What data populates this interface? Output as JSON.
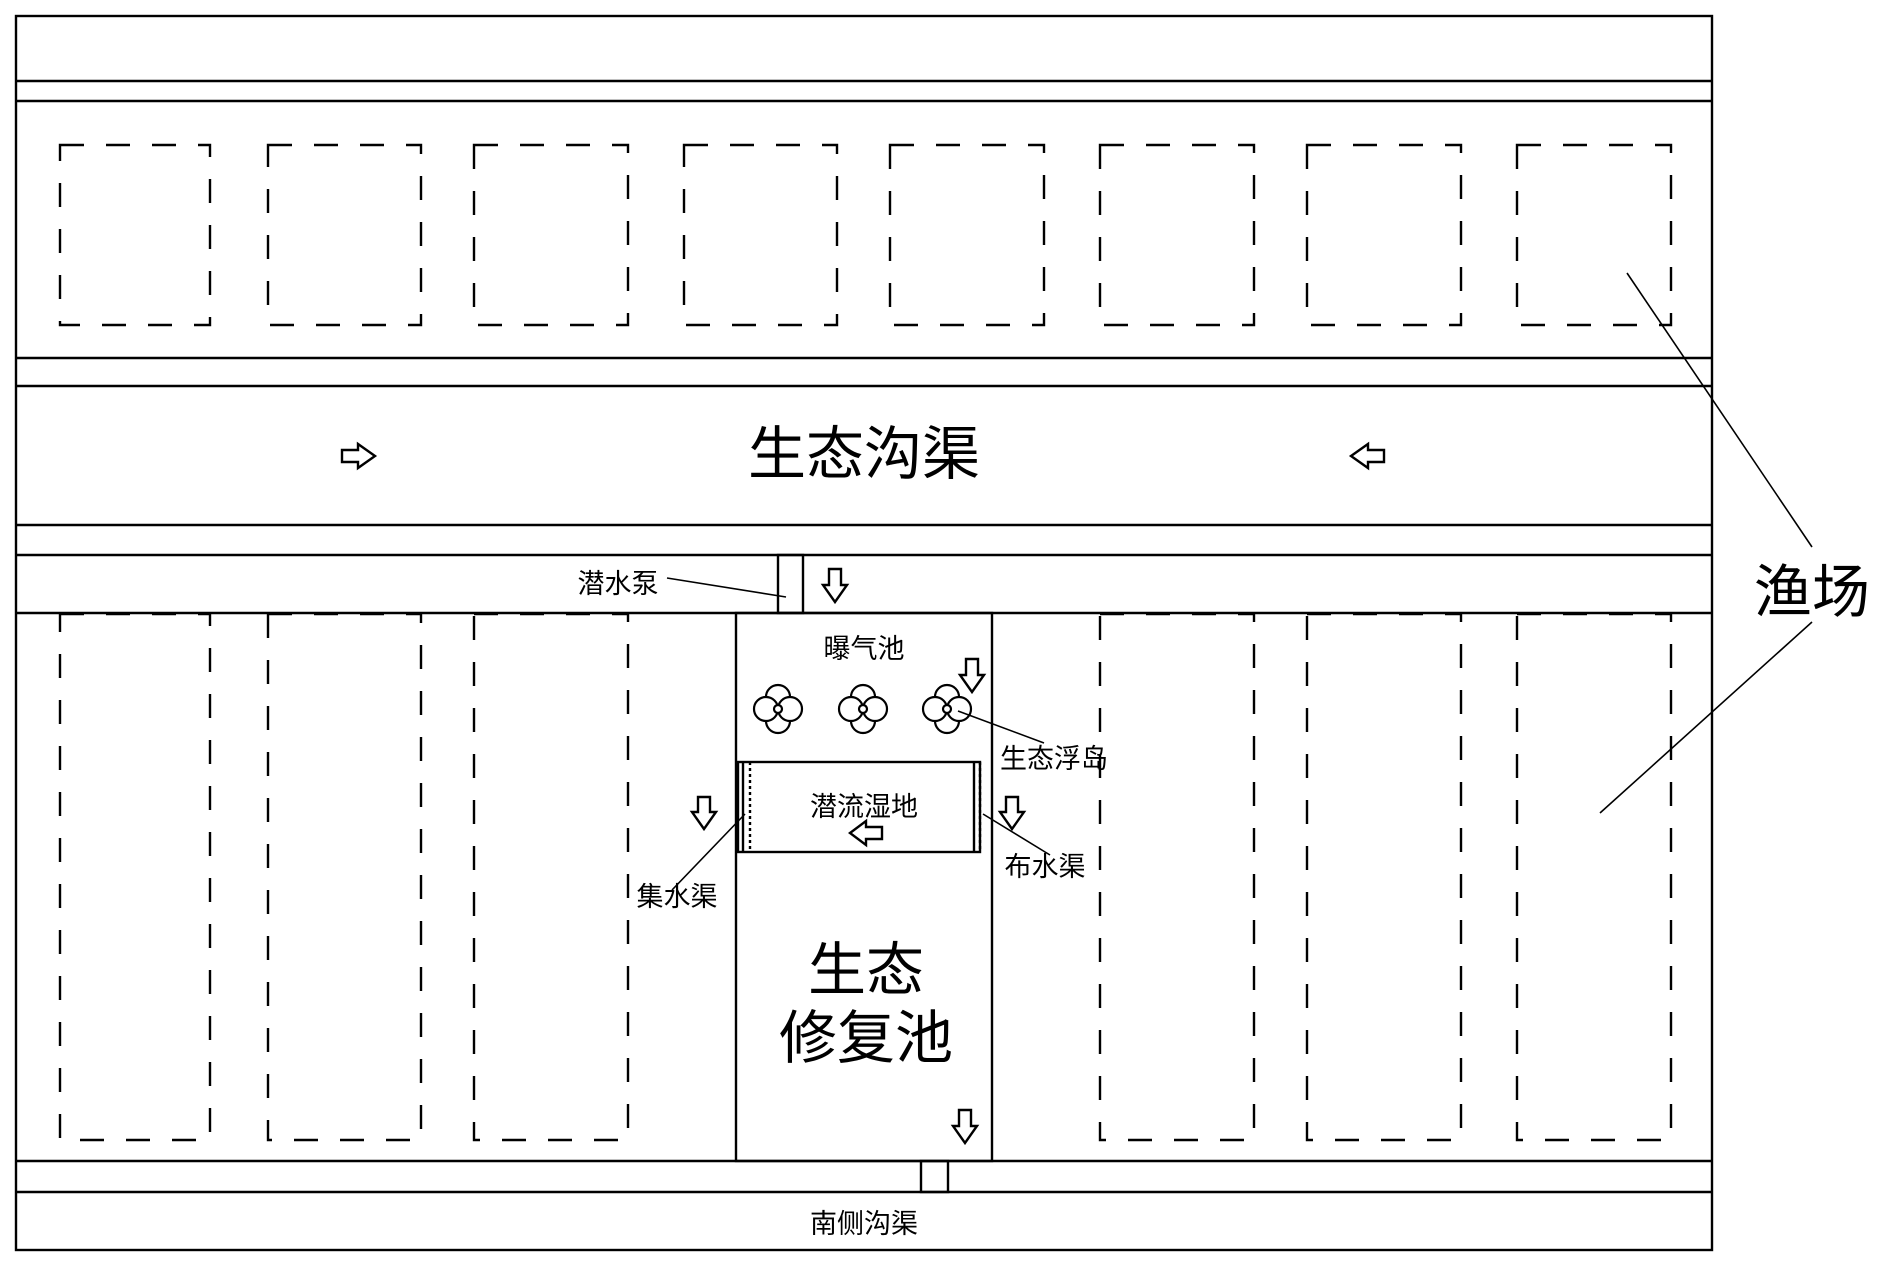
{
  "labels": {
    "eco_ditch": "生态沟渠",
    "fishery": "渔场",
    "submersible_pump": "潜水泵",
    "aeration_pool": "曝气池",
    "eco_floating_island": "生态浮岛",
    "subsurface_wetland": "潜流湿地",
    "collection_channel": "集水渠",
    "distribution_channel": "布水渠",
    "restoration_pool_line1": "生态",
    "restoration_pool_line2": "修复池",
    "south_ditch": "南侧沟渠"
  }
}
